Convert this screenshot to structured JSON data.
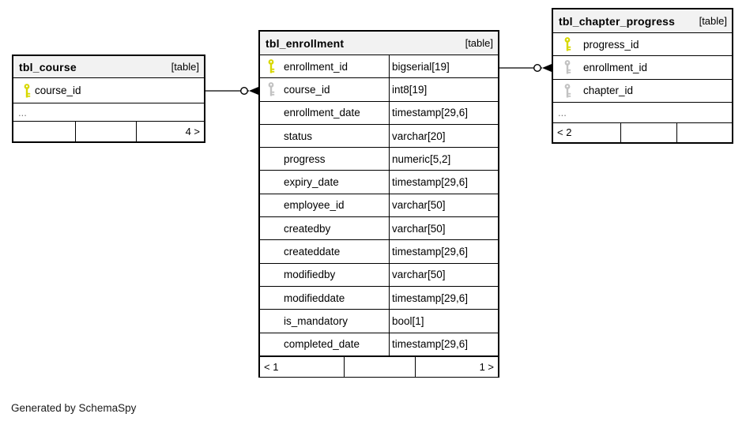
{
  "note": "Generated by SchemaSpy",
  "colors": {
    "pk_key": "#d8d800",
    "fk_key": "#c2c2c2",
    "header_bg": "#f2f2f2",
    "border": "#000000"
  },
  "tables": {
    "course": {
      "name": "tbl_course",
      "tag": "[table]",
      "columns": [
        {
          "name": "course_id",
          "key": "pk"
        }
      ],
      "ellipsis": "...",
      "footer": {
        "left": "",
        "mid": "",
        "right": "4 >"
      }
    },
    "enrollment": {
      "name": "tbl_enrollment",
      "tag": "[table]",
      "columns": [
        {
          "name": "enrollment_id",
          "type": "bigserial[19]",
          "key": "pk"
        },
        {
          "name": "course_id",
          "type": "int8[19]",
          "key": "fk"
        },
        {
          "name": "enrollment_date",
          "type": "timestamp[29,6]",
          "key": ""
        },
        {
          "name": "status",
          "type": "varchar[20]",
          "key": ""
        },
        {
          "name": "progress",
          "type": "numeric[5,2]",
          "key": ""
        },
        {
          "name": "expiry_date",
          "type": "timestamp[29,6]",
          "key": ""
        },
        {
          "name": "employee_id",
          "type": "varchar[50]",
          "key": ""
        },
        {
          "name": "createdby",
          "type": "varchar[50]",
          "key": ""
        },
        {
          "name": "createddate",
          "type": "timestamp[29,6]",
          "key": ""
        },
        {
          "name": "modifiedby",
          "type": "varchar[50]",
          "key": ""
        },
        {
          "name": "modifieddate",
          "type": "timestamp[29,6]",
          "key": ""
        },
        {
          "name": "is_mandatory",
          "type": "bool[1]",
          "key": ""
        },
        {
          "name": "completed_date",
          "type": "timestamp[29,6]",
          "key": ""
        }
      ],
      "footer": {
        "left": "< 1",
        "mid": "",
        "right": "1 >"
      }
    },
    "chapter_progress": {
      "name": "tbl_chapter_progress",
      "tag": "[table]",
      "columns": [
        {
          "name": "progress_id",
          "key": "pk"
        },
        {
          "name": "enrollment_id",
          "key": "fk"
        },
        {
          "name": "chapter_id",
          "key": "fk"
        }
      ],
      "ellipsis": "...",
      "footer": {
        "left": "< 2",
        "mid": "",
        "right": ""
      }
    }
  }
}
